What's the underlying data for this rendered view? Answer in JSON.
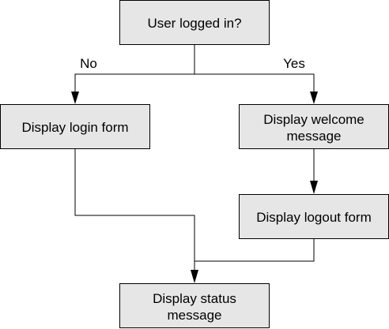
{
  "diagram": {
    "nodes": {
      "decision": {
        "label": "User logged in?"
      },
      "login_form": {
        "label": "Display login form"
      },
      "welcome": {
        "label_line1": "Display welcome",
        "label_line2": "message"
      },
      "logout_form": {
        "label": "Display logout form"
      },
      "status": {
        "label_line1": "Display status",
        "label_line2": "message"
      }
    },
    "edge_labels": {
      "no": "No",
      "yes": "Yes"
    },
    "colors": {
      "node_fill": "#e6e6e6",
      "stroke": "#000000",
      "text": "#000000"
    }
  }
}
